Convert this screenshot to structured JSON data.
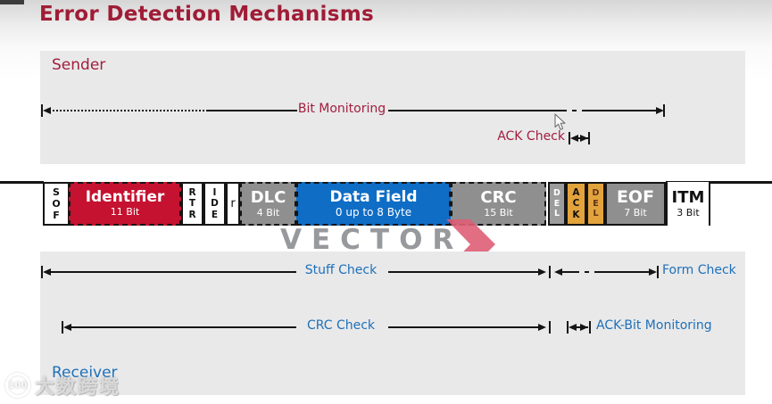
{
  "title": "Error Detection Mechanisms",
  "sender": {
    "label": "Sender",
    "bit_monitoring": "Bit Monitoring",
    "ack_check": "ACK Check"
  },
  "frame": {
    "sof": {
      "label": "SOF"
    },
    "identifier": {
      "label": "Identifier",
      "sub": "11 Bit"
    },
    "rtr": {
      "label": "RTR"
    },
    "ide": {
      "label": "IDE"
    },
    "r": {
      "label": "r"
    },
    "dlc": {
      "label": "DLC",
      "sub": "4 Bit"
    },
    "data": {
      "label": "Data Field",
      "sub": "0 up to 8 Byte"
    },
    "crc": {
      "label": "CRC",
      "sub": "15 Bit"
    },
    "del1": {
      "label": "DEL"
    },
    "ack": {
      "label": "ACK"
    },
    "del2": {
      "label": "DEL"
    },
    "eof": {
      "label": "EOF",
      "sub": "7 Bit"
    },
    "itm": {
      "label": "ITM",
      "sub": "3 Bit"
    }
  },
  "receiver": {
    "label": "Receiver",
    "stuff_check": "Stuff Check",
    "form_check": "Form Check",
    "crc_check": "CRC Check",
    "ack_bit_monitoring": "ACK-Bit Monitoring"
  },
  "watermark": {
    "brand": "VECTOR"
  },
  "footer_watermark": {
    "badge": "100",
    "text": "大数跨境"
  },
  "colors": {
    "title_crimson": "#A01C36",
    "identifier_red": "#C51230",
    "data_blue": "#0F6DC5",
    "field_gray": "#8F8F90",
    "ack_orange": "#E3A33C",
    "receiver_blue": "#1E70B8",
    "panel_gray": "#E9E9EA",
    "vector_gray": "#97999C",
    "chevron_pink": "#DE5E76"
  }
}
